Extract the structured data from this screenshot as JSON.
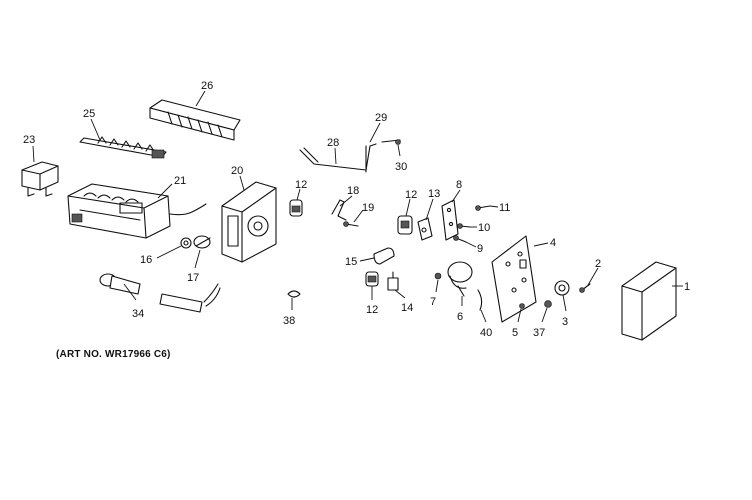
{
  "caption": "(ART NO. WR17966 C6)",
  "callouts": {
    "p1": "1",
    "p2": "2",
    "p3": "3",
    "p4": "4",
    "p5": "5",
    "p6": "6",
    "p7": "7",
    "p8": "8",
    "p9": "9",
    "p10": "10",
    "p11": "11",
    "p12a": "12",
    "p12b": "12",
    "p12c": "12",
    "p13": "13",
    "p14": "14",
    "p15": "15",
    "p16": "16",
    "p17": "17",
    "p18": "18",
    "p19": "19",
    "p20": "20",
    "p21": "21",
    "p23": "23",
    "p25": "25",
    "p26": "26",
    "p28": "28",
    "p29": "29",
    "p30": "30",
    "p34": "34",
    "p37": "37",
    "p38": "38",
    "p40": "40"
  }
}
